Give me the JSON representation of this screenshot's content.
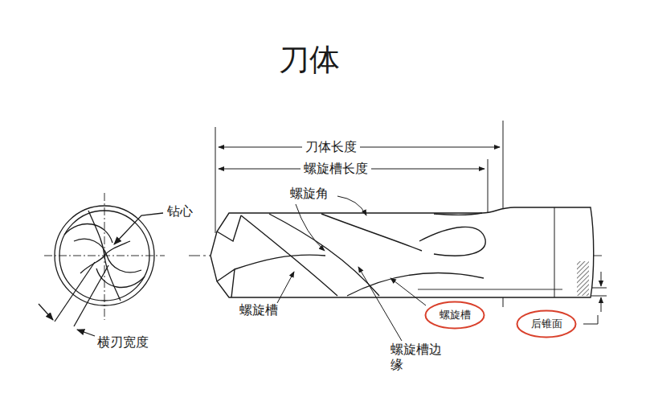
{
  "diagram": {
    "title": "刀体",
    "nodes": [
      {
        "text": [
          "螺旋槽"
        ]
      },
      {
        "text": [
          "后锥面"
        ]
      }
    ],
    "labels": [
      "刀体长度",
      "螺旋槽长度",
      "螺旋角",
      "钻心",
      "螺旋槽",
      "螺旋槽边 缘",
      "横刃宽度"
    ]
  }
}
